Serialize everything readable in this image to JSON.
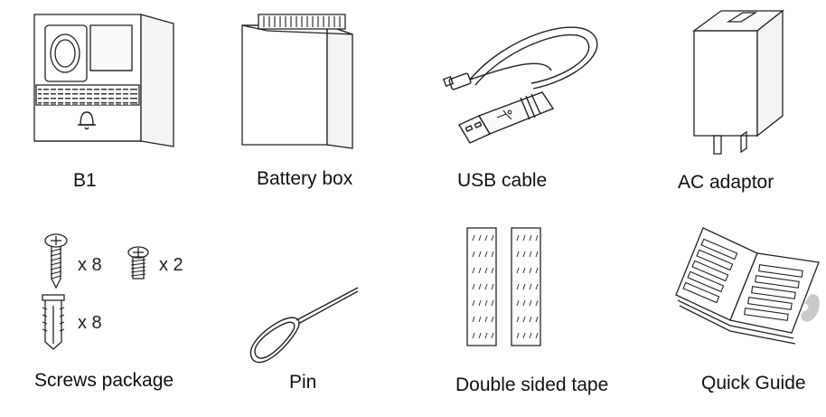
{
  "items": [
    {
      "label": "B1"
    },
    {
      "label": "Battery box"
    },
    {
      "label": "USB cable"
    },
    {
      "label": "AC adaptor"
    },
    {
      "label": "Screws package"
    },
    {
      "label": "Pin"
    },
    {
      "label": "Double sided tape"
    },
    {
      "label": "Quick Guide"
    }
  ],
  "screws": {
    "screw_qty": "x 8",
    "bolt_qty": "x 2",
    "anchor_qty": "x 8"
  }
}
